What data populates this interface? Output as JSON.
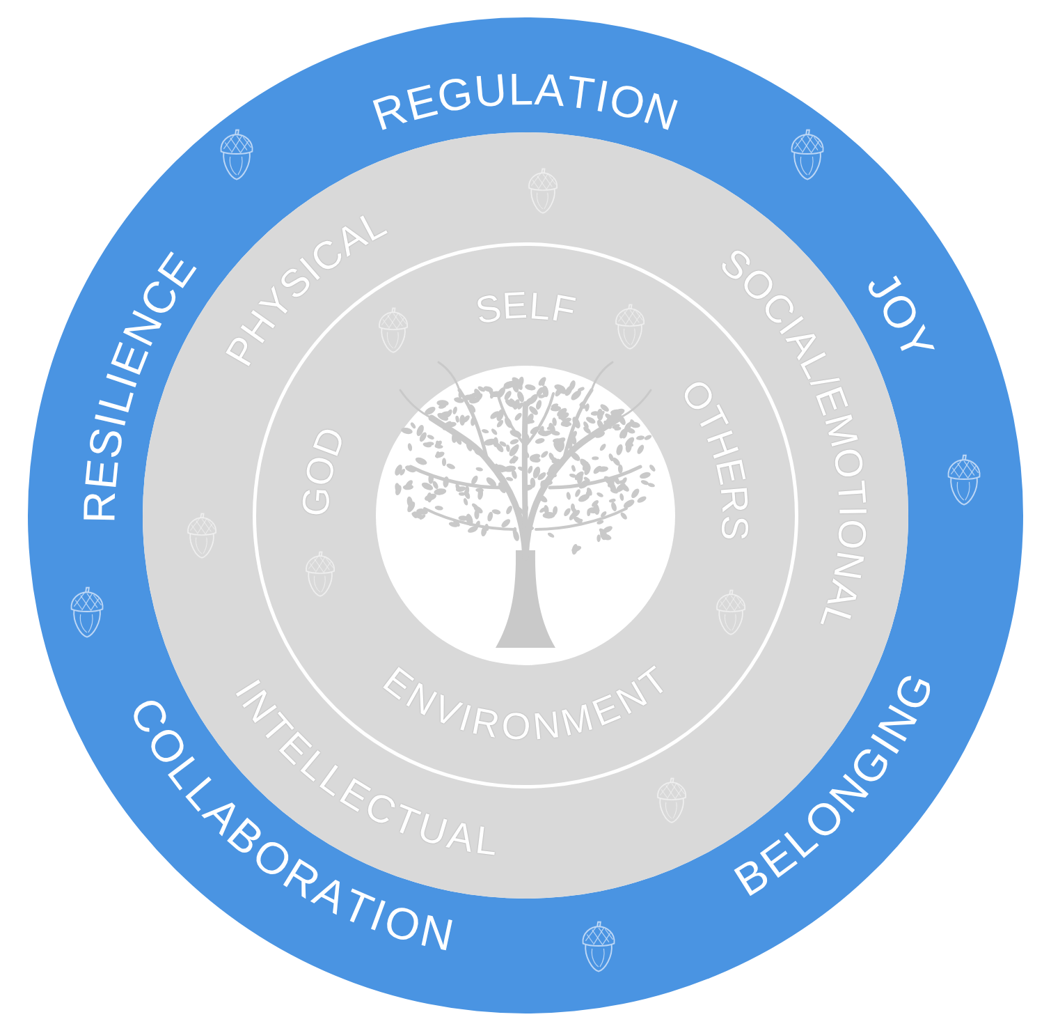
{
  "diagram": {
    "nodes": [
      {
        "text": [
          "REGULATION",
          "JOY",
          "BELONGING",
          "COLLABORATION",
          "RESILIENCE"
        ]
      },
      {
        "text": [
          "PHYSICAL",
          "SOCIAL/EMOTIONAL",
          "INTELLECTUAL"
        ],
        "in": 0
      },
      {
        "text": [
          "SELF",
          "OTHERS",
          "ENVIRONMENT",
          "GOD"
        ],
        "in": 1
      }
    ]
  }
}
